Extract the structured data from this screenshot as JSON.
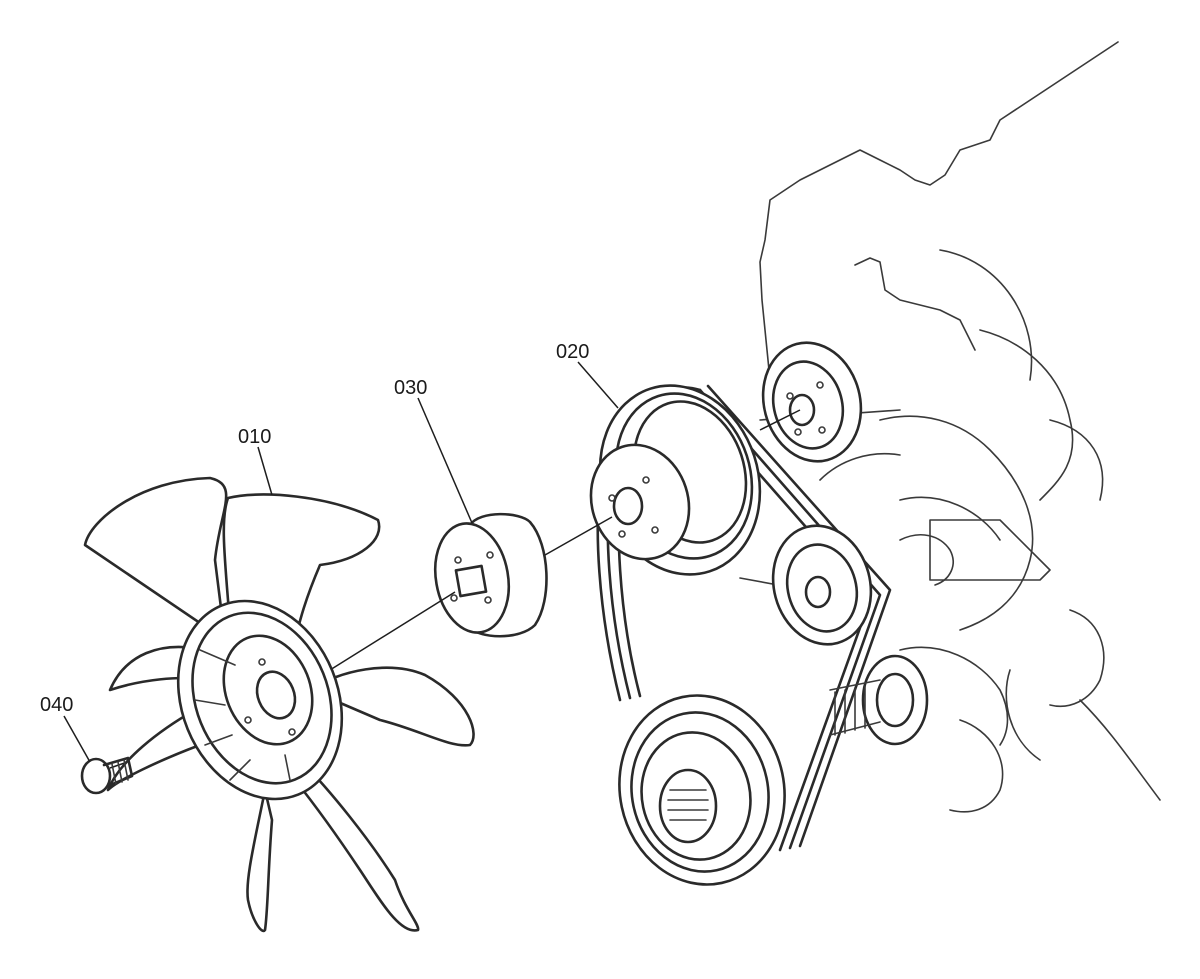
{
  "diagram": {
    "callouts": [
      {
        "id": "fan",
        "label": "010"
      },
      {
        "id": "belt",
        "label": "020"
      },
      {
        "id": "spacer",
        "label": "030"
      },
      {
        "id": "bolt",
        "label": "040"
      }
    ],
    "colors": {
      "line": "#2a2a2a",
      "background": "#ffffff"
    }
  }
}
